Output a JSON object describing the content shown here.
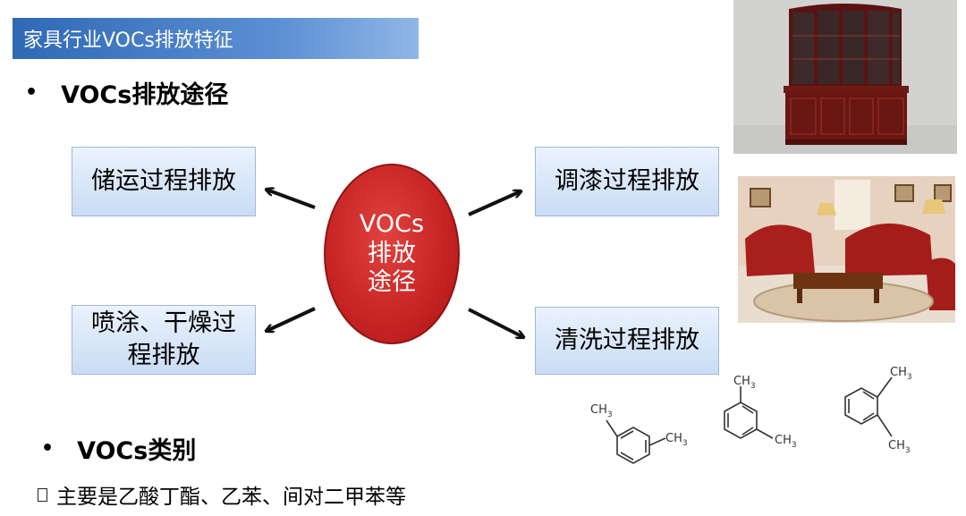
{
  "title": "家具行业VOCs排放特征",
  "section1": {
    "bullet": "•",
    "heading": "VOCs排放途径"
  },
  "center": {
    "line1": "VOCs",
    "line2": "排放",
    "line3": "途径"
  },
  "boxes": {
    "storage": "储运过程排放",
    "mixing": "调漆过程排放",
    "spraying": "喷涂、干燥过程排放",
    "cleaning": "清洗过程排放"
  },
  "section2": {
    "bullet": "•",
    "heading": "VOCs类别",
    "item": "主要是乙酸丁酯、乙苯、间对二甲苯等"
  },
  "chem_labels": {
    "methyl": "CH",
    "sub": "3"
  },
  "colors": {
    "title_bar": "#2f69b5",
    "ellipse": "#c62323",
    "box_fill": "#c9dcf4"
  }
}
